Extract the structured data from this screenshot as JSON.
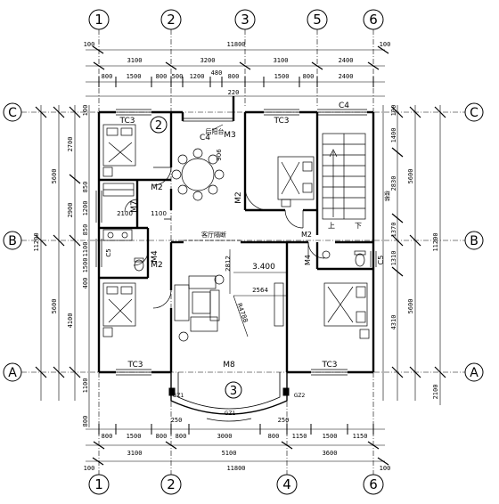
{
  "axes": {
    "top": [
      "1",
      "2",
      "3",
      "5",
      "6"
    ],
    "bottom": [
      "1",
      "2",
      "4",
      "6"
    ],
    "left": [
      "C",
      "B",
      "A"
    ],
    "right": [
      "C",
      "B",
      "A"
    ]
  },
  "dims": {
    "top_total": "11800",
    "top_row1": [
      "3100",
      "3200",
      "3100",
      "2400"
    ],
    "top_row2": [
      "800",
      "1500",
      "800",
      "500",
      "1200",
      "480",
      "800",
      "1500",
      "800",
      "2400"
    ],
    "top_small": [
      "220",
      "100",
      "100"
    ],
    "bottom_total": "11800",
    "bottom_row1": [
      "3100",
      "5100",
      "3600"
    ],
    "bottom_row2": [
      "800",
      "1500",
      "800",
      "800",
      "3000",
      "800",
      "1150",
      "1500",
      "1150"
    ],
    "bottom_small": [
      "250",
      "250",
      "100",
      "100"
    ],
    "left_total": "11200",
    "left_upper": "5600",
    "left_lower": "5600",
    "left_mid": [
      "2700",
      "2900",
      "4100"
    ],
    "left_small": [
      "850",
      "1200",
      "850",
      "1100",
      "1500",
      "400",
      "100",
      "1100",
      "800"
    ],
    "right_total": "11200",
    "right_upper": "5600",
    "right_lower": "5600",
    "right_mid": [
      "1400",
      "2830",
      "1370",
      "1310",
      "4310"
    ],
    "right_small": [
      "100",
      "2100"
    ]
  },
  "rooms": {
    "tc3_top_left": "TC3",
    "tc3_top_mid": "TC3",
    "c4_top": "C4",
    "c4_left": "C4",
    "m3": "M3",
    "balcony": "后阳台",
    "circle_2": "2",
    "circle_3": "3",
    "m2_a": "M2",
    "m2_b": "M2",
    "m2_c": "M2",
    "m2_d": "M2",
    "m7": "M7",
    "m4_a": "M4",
    "m4_b": "M4",
    "c5_a": "C5",
    "c5_b": "C5",
    "living_note": "客厅隔断",
    "elevation": "3.400",
    "dim_2564": "2564",
    "dim_2812": "2812",
    "dim_906": "906",
    "dim_2100": "2100",
    "dim_1100": "1100",
    "radius": "R4788",
    "m8": "M8",
    "tc3_bottom_left": "TC3",
    "tc3_bottom_right": "TC3",
    "gz1_a": "GZ1",
    "gz1_b": "GZ1",
    "gz2": "GZ2",
    "stair_up": "上",
    "stair_down": "下",
    "stair_note": "楼梯"
  }
}
